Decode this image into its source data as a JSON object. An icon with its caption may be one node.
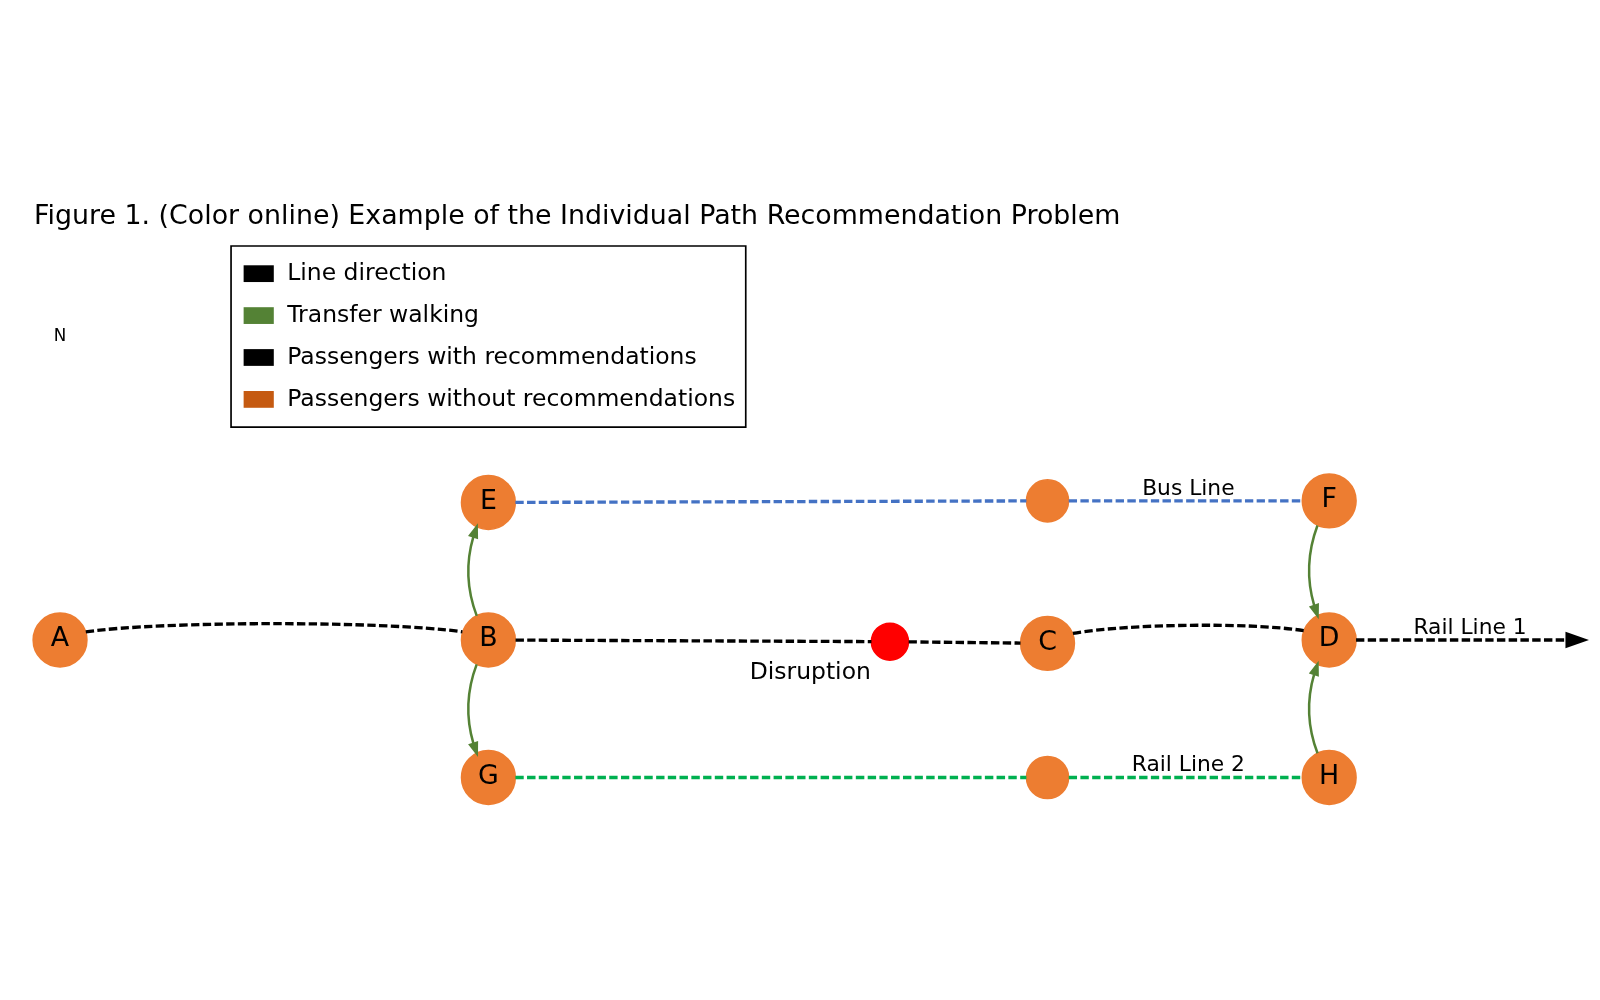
{
  "diagram": {
    "caption": "Figure 1. (Color online) Example of the Individual Path Recommendation Problem",
    "nodes": [
      {
        "text": [
          "A"
        ]
      },
      {
        "text": [
          "B"
        ]
      },
      {
        "text": [
          "C"
        ]
      },
      {
        "text": [
          "D"
        ]
      },
      {
        "text": [
          "E"
        ]
      },
      {
        "text": [
          "F"
        ]
      },
      {
        "text": [
          "G"
        ]
      },
      {
        "text": [
          "H"
        ]
      },
      {
        "text": [],
        "shape": "circle"
      },
      {
        "text": [],
        "shape": "circle"
      },
      {
        "text": [],
        "shape": "cross",
        "beside": [
          "Disruption"
        ]
      }
    ],
    "edges": [
      {
        "from": 0,
        "to": 1,
        "arrow": "none",
        "style": "dashed"
      },
      {
        "from": 1,
        "to": 10,
        "arrow": "none",
        "style": "dashed"
      },
      {
        "from": 10,
        "to": 2,
        "arrow": "none",
        "style": "dashed"
      },
      {
        "from": 2,
        "to": 3,
        "arrow": "none",
        "style": "dashed"
      },
      {
        "from": 3,
        "to": null,
        "arrow": "to",
        "style": "dashed",
        "label": "Rail Line 1"
      },
      {
        "from": 4,
        "to": 8,
        "arrow": "none",
        "style": "dashed",
        "color": "#4472c4"
      },
      {
        "from": 8,
        "to": 5,
        "arrow": "none",
        "style": "dashed",
        "color": "#4472c4",
        "label": "Bus Line"
      },
      {
        "from": 6,
        "to": 9,
        "arrow": "none",
        "style": "dashed",
        "color": "#00b050"
      },
      {
        "from": 9,
        "to": 7,
        "arrow": "none",
        "style": "dashed",
        "color": "#00b050",
        "label": "Rail Line 2"
      },
      {
        "from": 1,
        "to": 4,
        "arrow": "to",
        "color": "#548235"
      },
      {
        "from": 1,
        "to": 6,
        "arrow": "to",
        "color": "#548235"
      },
      {
        "from": 5,
        "to": 3,
        "arrow": "to",
        "color": "#548235"
      },
      {
        "from": 7,
        "to": 3,
        "arrow": "to",
        "color": "#548235"
      }
    ],
    "labels": [
      "N"
    ],
    "legend": [
      {
        "text": "Line direction"
      },
      {
        "text": "Transfer walking"
      },
      {
        "text": "Passengers with recommendations"
      },
      {
        "text": "Passengers without recommendations"
      }
    ]
  }
}
